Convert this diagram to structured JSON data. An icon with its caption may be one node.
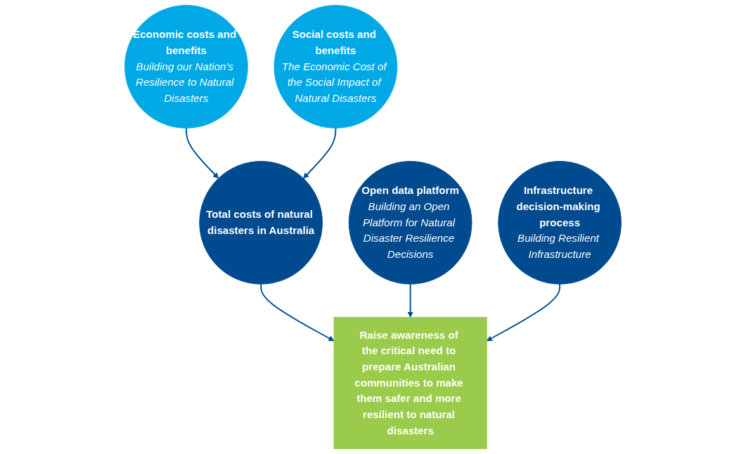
{
  "diagram": {
    "nodes": [
      {
        "text": [
          "Economic costs and benefits",
          "Building our Nation’s Resilience to Natural Disasters"
        ]
      },
      {
        "text": [
          "Social costs and benefits",
          "The Economic Cost of the Social Impact of Natural Disasters"
        ]
      },
      {
        "text": [
          "Total costs of natural disasters in Australia"
        ]
      },
      {
        "text": [
          "Open data platform",
          "Building an Open Platform for Natural Disaster Resilience Decisions"
        ]
      },
      {
        "text": [
          "Infrastructure decision-making process",
          "Building Resilient Infrastructure"
        ]
      },
      {
        "text": [
          "Raise awareness of the critical need to prepare Australian communities to make them safer and more resilient to natural disasters"
        ]
      }
    ],
    "edges": [
      {
        "from": 0,
        "to": 2,
        "arrow": "to"
      },
      {
        "from": 1,
        "to": 2,
        "arrow": "to"
      },
      {
        "from": 2,
        "to": 5,
        "arrow": "to"
      },
      {
        "from": 3,
        "to": 5,
        "arrow": "to"
      },
      {
        "from": 4,
        "to": 5,
        "arrow": "to"
      }
    ]
  }
}
